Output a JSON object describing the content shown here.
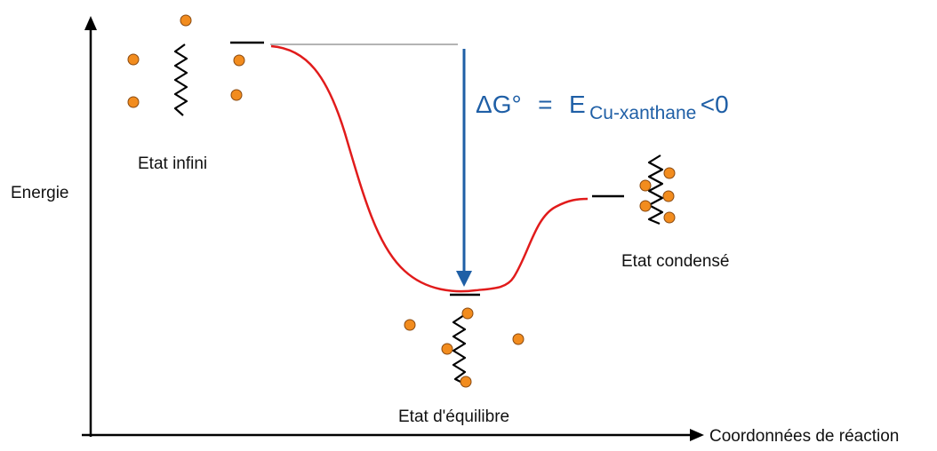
{
  "axes": {
    "y_label": "Energie",
    "x_label": "Coordonnées de réaction"
  },
  "states": {
    "infinite": "Etat infini",
    "equilibrium": "Etat d'équilibre",
    "condensed": "Etat condensé"
  },
  "formula": {
    "delta_g": "ΔG°",
    "equals": "=",
    "energy_symbol": "E",
    "subscript": "Cu-xanthane",
    "inequality": "<0"
  },
  "colors": {
    "curve": "#e11b1b",
    "arrow": "#1f5fa6",
    "particle_fill": "#f28c1e",
    "particle_stroke": "#8a4a10",
    "axis": "#000000"
  }
}
